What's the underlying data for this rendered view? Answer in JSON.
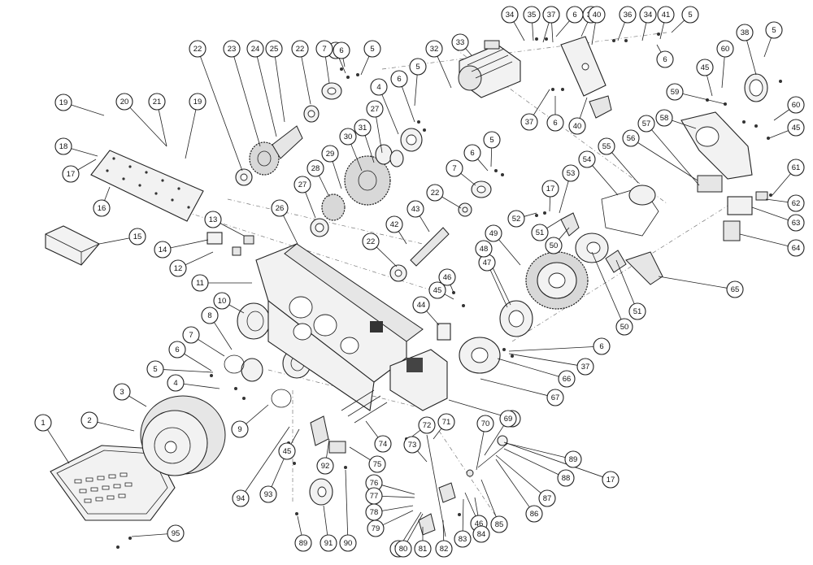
{
  "diagram": {
    "callouts": [
      {
        "label": "1"
      },
      {
        "label": "2"
      },
      {
        "label": "3"
      },
      {
        "label": "4"
      },
      {
        "label": "4"
      },
      {
        "label": "5"
      },
      {
        "label": "5"
      },
      {
        "label": "5"
      },
      {
        "label": "5"
      },
      {
        "label": "5"
      },
      {
        "label": "5"
      },
      {
        "label": "5"
      },
      {
        "label": "6"
      },
      {
        "label": "6"
      },
      {
        "label": "6"
      },
      {
        "label": "6"
      },
      {
        "label": "6"
      },
      {
        "label": "6"
      },
      {
        "label": "6"
      },
      {
        "label": "6"
      },
      {
        "label": "7"
      },
      {
        "label": "7"
      },
      {
        "label": "7"
      },
      {
        "label": "8"
      },
      {
        "label": "9"
      },
      {
        "label": "10"
      },
      {
        "label": "11"
      },
      {
        "label": "12"
      },
      {
        "label": "13"
      },
      {
        "label": "14"
      },
      {
        "label": "15"
      },
      {
        "label": "16"
      },
      {
        "label": "17"
      },
      {
        "label": "17"
      },
      {
        "label": "17"
      },
      {
        "label": "18"
      },
      {
        "label": "19"
      },
      {
        "label": "19"
      },
      {
        "label": "20"
      },
      {
        "label": "21"
      },
      {
        "label": "22"
      },
      {
        "label": "22"
      },
      {
        "label": "22"
      },
      {
        "label": "22"
      },
      {
        "label": "23"
      },
      {
        "label": "24"
      },
      {
        "label": "25"
      },
      {
        "label": "26"
      },
      {
        "label": "27"
      },
      {
        "label": "27"
      },
      {
        "label": "28"
      },
      {
        "label": "29"
      },
      {
        "label": "30"
      },
      {
        "label": "31"
      },
      {
        "label": "32"
      },
      {
        "label": "33"
      },
      {
        "label": "34"
      },
      {
        "label": "34"
      },
      {
        "label": "35"
      },
      {
        "label": "36"
      },
      {
        "label": "36"
      },
      {
        "label": "37"
      },
      {
        "label": "37"
      },
      {
        "label": "37"
      },
      {
        "label": "38"
      },
      {
        "label": "39"
      },
      {
        "label": "40"
      },
      {
        "label": "40"
      },
      {
        "label": "41"
      },
      {
        "label": "42"
      },
      {
        "label": "43"
      },
      {
        "label": "44"
      },
      {
        "label": "45"
      },
      {
        "label": "45"
      },
      {
        "label": "45"
      },
      {
        "label": "45"
      },
      {
        "label": "46"
      },
      {
        "label": "46"
      },
      {
        "label": "47"
      },
      {
        "label": "48"
      },
      {
        "label": "49"
      },
      {
        "label": "50"
      },
      {
        "label": "50"
      },
      {
        "label": "51"
      },
      {
        "label": "51"
      },
      {
        "label": "52"
      },
      {
        "label": "53"
      },
      {
        "label": "54"
      },
      {
        "label": "55"
      },
      {
        "label": "56"
      },
      {
        "label": "57"
      },
      {
        "label": "58"
      },
      {
        "label": "59"
      },
      {
        "label": "60"
      },
      {
        "label": "60"
      },
      {
        "label": "61"
      },
      {
        "label": "62"
      },
      {
        "label": "63"
      },
      {
        "label": "64"
      },
      {
        "label": "65"
      },
      {
        "label": "66"
      },
      {
        "label": "67"
      },
      {
        "label": "68"
      },
      {
        "label": "69"
      },
      {
        "label": "70"
      },
      {
        "label": "71"
      },
      {
        "label": "72"
      },
      {
        "label": "73"
      },
      {
        "label": "74"
      },
      {
        "label": "75"
      },
      {
        "label": "76"
      },
      {
        "label": "77"
      },
      {
        "label": "77"
      },
      {
        "label": "78"
      },
      {
        "label": "79"
      },
      {
        "label": "80"
      },
      {
        "label": "81"
      },
      {
        "label": "82"
      },
      {
        "label": "83"
      },
      {
        "label": "84"
      },
      {
        "label": "85"
      },
      {
        "label": "86"
      },
      {
        "label": "87"
      },
      {
        "label": "88"
      },
      {
        "label": "89"
      },
      {
        "label": "89"
      },
      {
        "label": "90"
      },
      {
        "label": "91"
      },
      {
        "label": "92"
      },
      {
        "label": "93"
      },
      {
        "label": "94"
      },
      {
        "label": "95"
      }
    ]
  }
}
